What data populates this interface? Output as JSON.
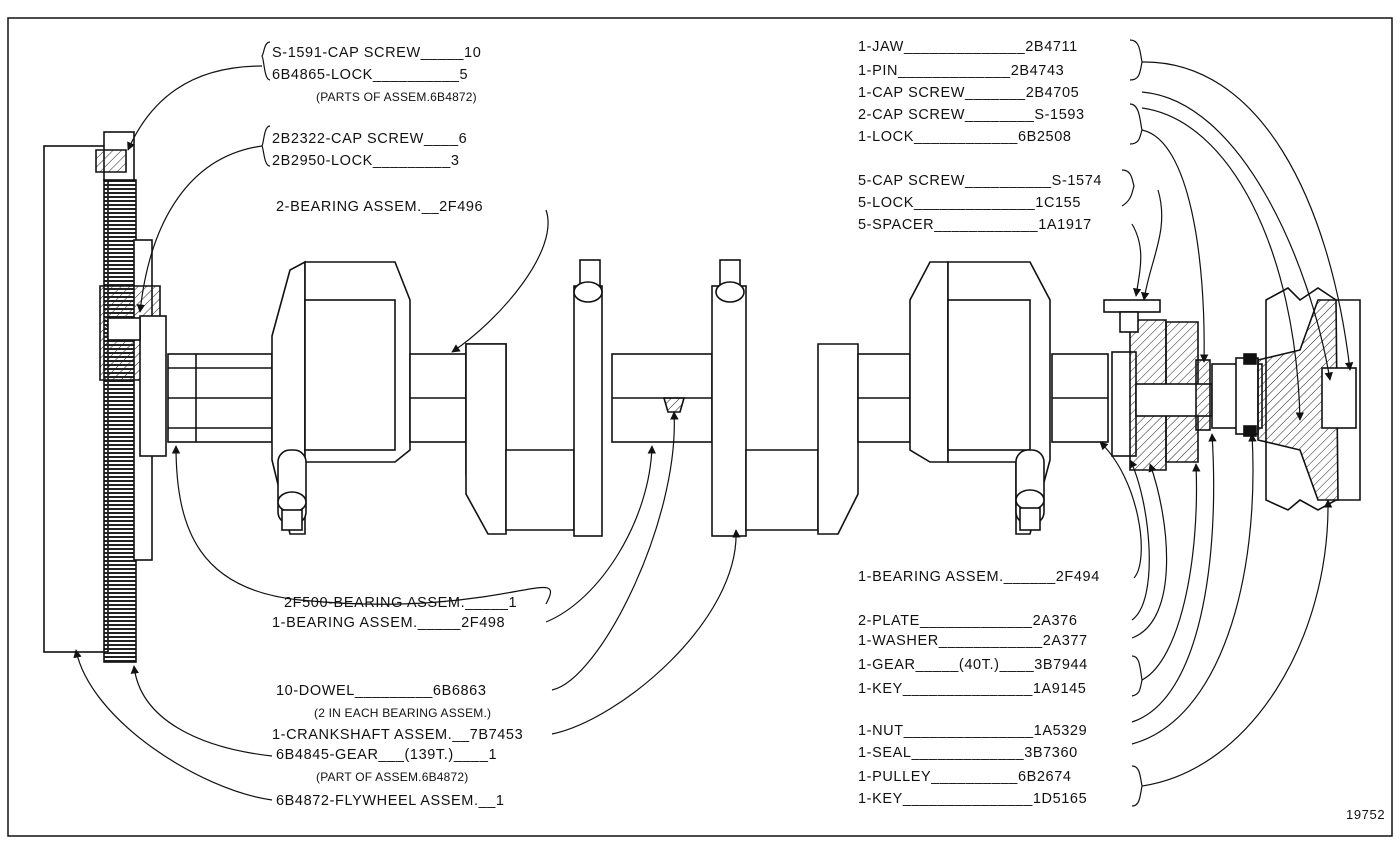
{
  "labels": {
    "cap_screw_10": "S-1591-CAP SCREW_____10",
    "lock_5": "6B4865-LOCK__________5",
    "parts_of_assem_1": "(PARTS OF ASSEM.6B4872)",
    "cap_screw_6": "2B2322-CAP SCREW____6",
    "lock_3": "2B2950-LOCK_________3",
    "bearing_assem_2f496": "2-BEARING ASSEM.__2F496",
    "bearing_assem_2f500": "2F500-BEARING ASSEM._____1",
    "bearing_assem_2f498": "1-BEARING ASSEM._____2F498",
    "dowel": "10-DOWEL_________6B6863",
    "dowel_note": "(2 IN EACH BEARING ASSEM.)",
    "crankshaft": "1-CRANKSHAFT ASSEM.__7B7453",
    "gear_139t": "6B4845-GEAR___(139T.)____1",
    "part_of_assem": "(PART OF ASSEM.6B4872)",
    "flywheel": "6B4872-FLYWHEEL ASSEM.__1",
    "jaw": "1-JAW______________2B4711",
    "pin": "1-PIN_____________2B4743",
    "cap_screw_2b4705": "1-CAP SCREW_______2B4705",
    "cap_screw_s1593": "2-CAP SCREW________S-1593",
    "lock_6b2508": "1-LOCK____________6B2508",
    "cap_screw_s1574": "5-CAP SCREW__________S-1574",
    "lock_1c155": "5-LOCK______________1C155",
    "spacer": "5-SPACER____________1A1917",
    "bearing_assem_2f494": "1-BEARING ASSEM.______2F494",
    "plate": "2-PLATE_____________2A376",
    "washer": "1-WASHER____________2A377",
    "gear_40t": "1-GEAR_____(40T.)____3B7944",
    "key_1a9145": "1-KEY_______________1A9145",
    "nut": "1-NUT_______________1A5329",
    "seal": "1-SEAL_____________3B7360",
    "pulley": "1-PULLEY__________6B2674",
    "key_1d5165": "1-KEY_______________1D5165",
    "figure_number": "19752"
  }
}
